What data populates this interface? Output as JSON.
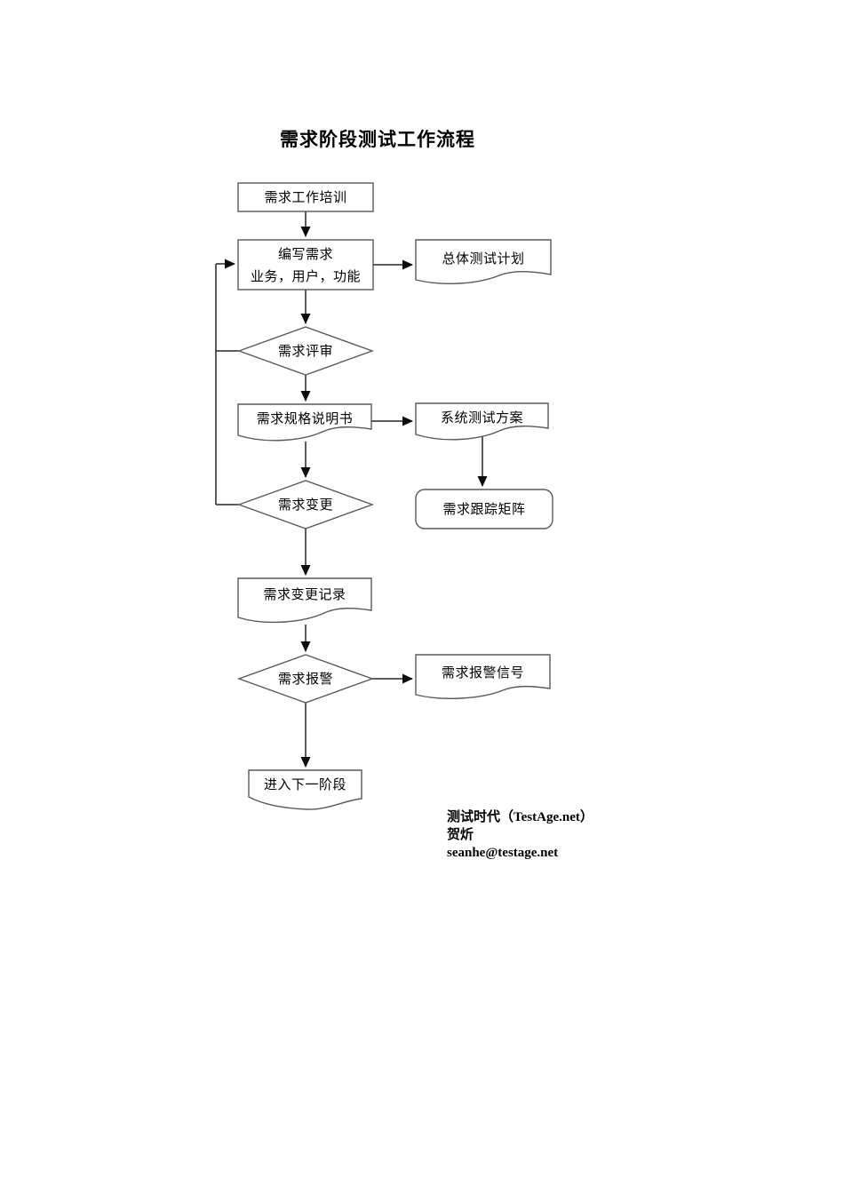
{
  "title": "需求阶段测试工作流程",
  "nodes": {
    "training": {
      "label": "需求工作培训"
    },
    "write_req": {
      "line1": "编写需求",
      "line2": "业务，用户，功能"
    },
    "overall_plan": {
      "label": "总体测试计划"
    },
    "review": {
      "label": "需求评审"
    },
    "spec": {
      "label": "需求规格说明书"
    },
    "sys_plan": {
      "label": "系统测试方案"
    },
    "trace_matrix": {
      "label": "需求跟踪矩阵"
    },
    "change": {
      "label": "需求变更"
    },
    "change_record": {
      "label": "需求变更记录"
    },
    "alarm": {
      "label": "需求报警"
    },
    "alarm_signal": {
      "label": "需求报警信号"
    },
    "next_phase": {
      "label": "进入下一阶段"
    }
  },
  "footer": {
    "line1": "测试时代（TestAge.net）",
    "line2": "贺炘",
    "line3": "seanhe@testage.net"
  },
  "colors": {
    "background": "#ffffff",
    "shape_stroke": "#595959",
    "connector": "#262626",
    "arrowhead": "#0d0d0d",
    "text": "#000000"
  }
}
